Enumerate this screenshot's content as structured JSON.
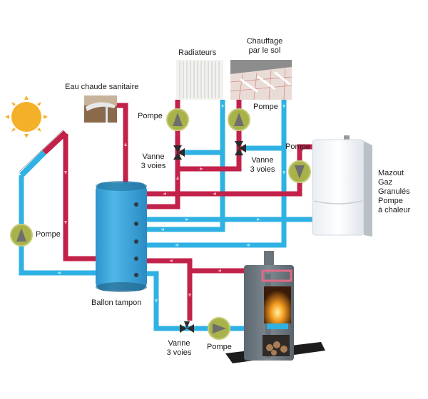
{
  "title": "Schéma d'installation hydraulique avec ballon tampon",
  "colors": {
    "hot_pipe": "#c2214a",
    "cold_pipe": "#2fb2e3",
    "pump": "#a9b24a",
    "tank": "#3aa6dc",
    "sun": "#f5b02a"
  },
  "labels": {
    "eau_chaude": "Eau chaude sanitaire",
    "radiateurs": "Radiateurs",
    "chauffage_sol_1": "Chauffage",
    "chauffage_sol_2": "par le sol",
    "pompe_radiateurs": "Pompe",
    "pompe_sol": "Pompe",
    "pompe_chaudiere": "Pompe",
    "pompe_solaire": "Pompe",
    "pompe_poele": "Pompe",
    "vanne_radiateurs_1": "Vanne",
    "vanne_radiateurs_2": "3 voies",
    "vanne_sol_1": "Vanne",
    "vanne_sol_2": "3 voies",
    "vanne_poele_1": "Vanne",
    "vanne_poele_2": "3 voies",
    "ballon": "Ballon tampon",
    "chaudiere_sources": [
      "Mazout",
      "Gaz",
      "Granulés",
      "Pompe",
      "à chaleur"
    ]
  },
  "components": [
    {
      "name": "soleil",
      "icon": "sun-icon"
    },
    {
      "name": "capteur solaire",
      "icon": "solar-panel-icon"
    },
    {
      "name": "robinet eau chaude",
      "icon": "faucet-icon"
    },
    {
      "name": "radiateur",
      "icon": "radiator-icon"
    },
    {
      "name": "plancher chauffant",
      "icon": "floor-heating-icon"
    },
    {
      "name": "chaudière",
      "icon": "boiler-icon"
    },
    {
      "name": "ballon tampon",
      "icon": "buffer-tank-icon"
    },
    {
      "name": "poêle à bois",
      "icon": "wood-stove-icon"
    }
  ]
}
